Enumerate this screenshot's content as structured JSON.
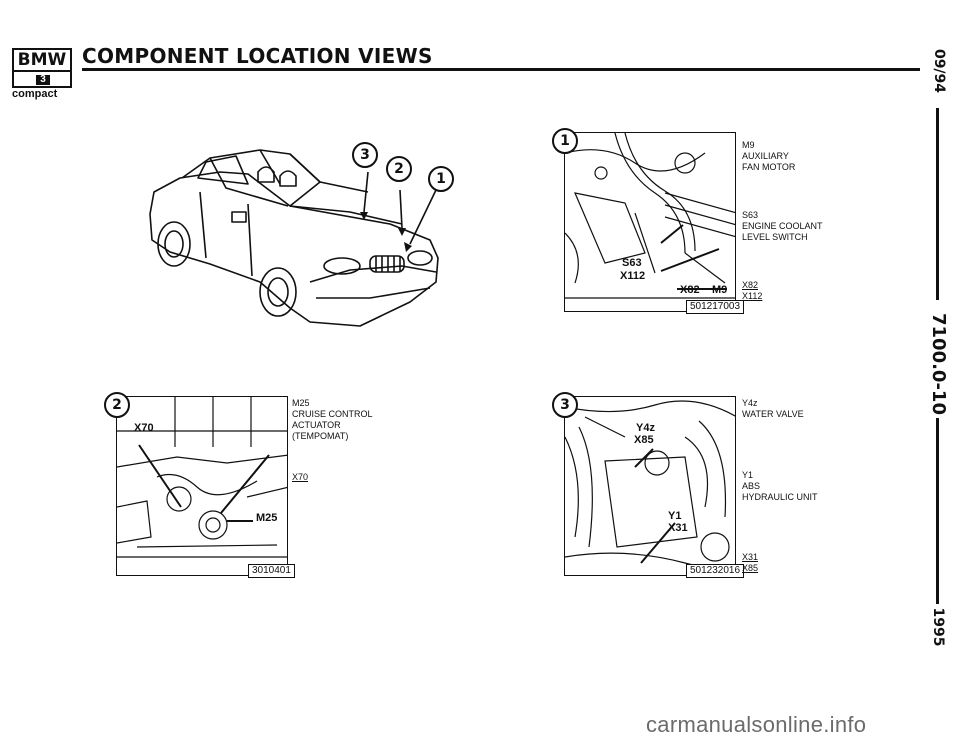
{
  "header": {
    "logo_brand": "BMW",
    "logo_series": "3",
    "logo_sub": "compact",
    "title": "COMPONENT LOCATION VIEWS"
  },
  "margin": {
    "date": "09/94",
    "doc_number": "7100.0-10",
    "year": "1995"
  },
  "car_view": {
    "callouts": [
      "3",
      "2",
      "1"
    ]
  },
  "figure1": {
    "callout": "1",
    "code": "501217003",
    "in_labels": {
      "s63": "S63",
      "x112": "X112",
      "x82": "X82",
      "m9": "M9"
    },
    "side_labels": [
      {
        "lines": [
          "M9",
          "AUXILIARY",
          "FAN MOTOR"
        ]
      },
      {
        "lines": [
          "S63",
          "ENGINE COOLANT",
          "LEVEL SWITCH"
        ]
      },
      {
        "lines": [
          "X82",
          "X112"
        ]
      }
    ]
  },
  "figure2": {
    "callout": "2",
    "code": "3010401",
    "in_labels": {
      "x70": "X70",
      "m25": "M25"
    },
    "side_labels": [
      {
        "lines": [
          "M25",
          "CRUISE CONTROL",
          "ACTUATOR",
          "(TEMPOMAT)"
        ]
      },
      {
        "lines": [
          "X70"
        ]
      }
    ]
  },
  "figure3": {
    "callout": "3",
    "code": "501232016",
    "in_labels": {
      "y4z": "Y4z",
      "x85": "X85",
      "y1": "Y1",
      "x31": "X31"
    },
    "side_labels": [
      {
        "lines": [
          "Y4z",
          "WATER VALVE"
        ]
      },
      {
        "lines": [
          "Y1",
          "ABS",
          "HYDRAULIC UNIT"
        ]
      },
      {
        "lines": [
          "X31",
          "X85"
        ]
      }
    ]
  },
  "watermark": "carmanualsonline.info"
}
